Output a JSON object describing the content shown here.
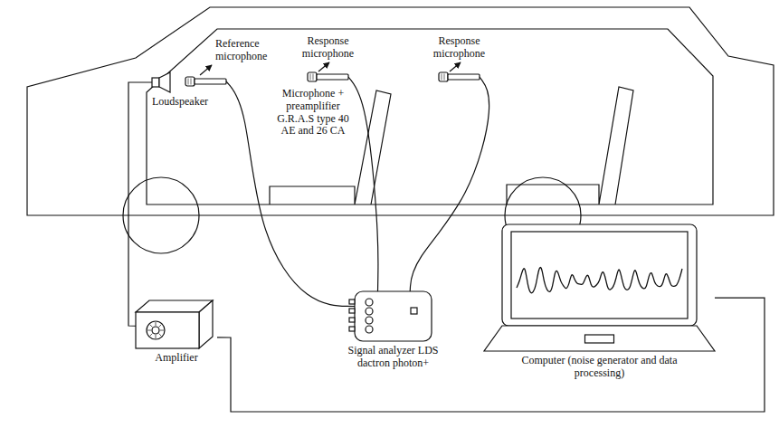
{
  "diagram": {
    "nodes": [
      {
        "text": [
          "Loudspeaker"
        ]
      },
      {
        "text": [
          "Reference microphone"
        ]
      },
      {
        "text": [
          "Response microphone"
        ]
      },
      {
        "text": [
          "Response microphone"
        ]
      },
      {
        "text": [
          "Amplifier"
        ]
      },
      {
        "text": [
          "Signal analyzer LDS dactron photon+"
        ]
      },
      {
        "text": [
          "Computer (noise generator and data processing)"
        ]
      }
    ],
    "edges": [
      {
        "from": 0,
        "to": 4,
        "arrow": "none"
      },
      {
        "from": 1,
        "to": 5,
        "arrow": "none"
      },
      {
        "from": 2,
        "to": 5,
        "arrow": "none"
      },
      {
        "from": 3,
        "to": 5,
        "arrow": "none"
      },
      {
        "from": 4,
        "to": 6,
        "arrow": "none"
      }
    ],
    "labels": [
      "Microphone + preamplifier G.R.A.S type 40 AE and 26 CA"
    ]
  }
}
